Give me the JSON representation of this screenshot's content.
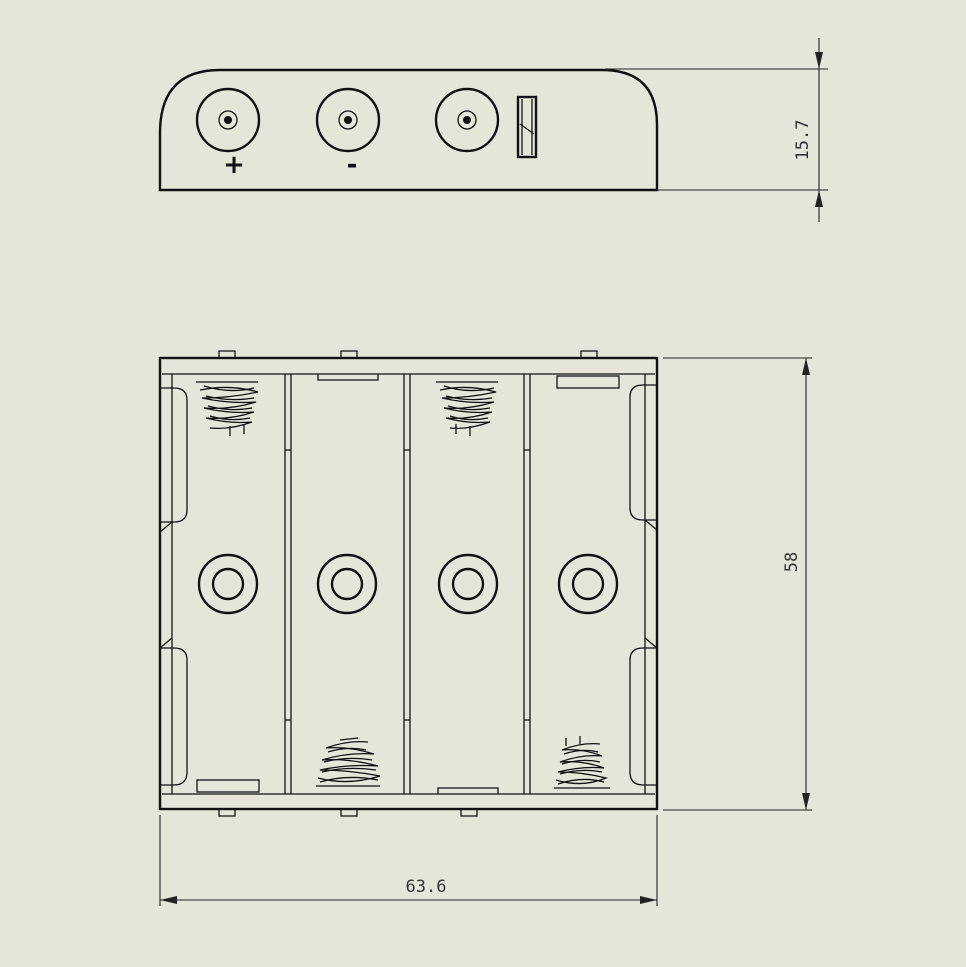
{
  "dimensions": {
    "height_top_view": "15.7",
    "height_front_view": "58",
    "width": "63.6"
  },
  "terminal_labels": {
    "positive": "+",
    "negative": "-"
  },
  "colors": {
    "background": "#e6e5da",
    "line": "#111111"
  }
}
